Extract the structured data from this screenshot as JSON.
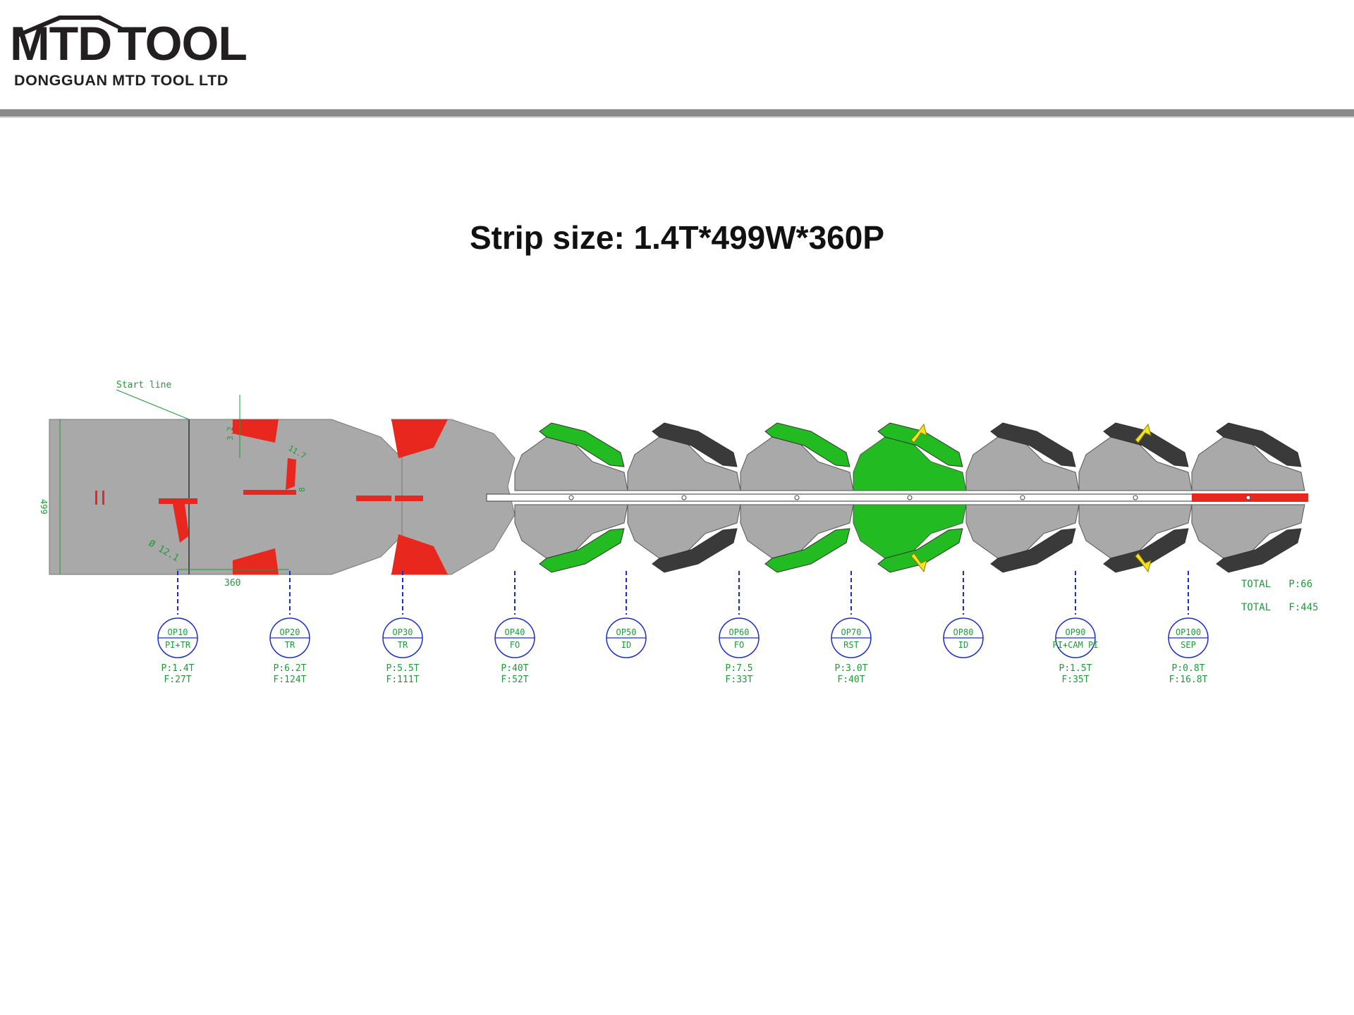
{
  "header": {
    "brand_mark": "MTD",
    "brand_name": "TOOL",
    "company": "DONGGUAN MTD TOOL LTD",
    "colors": {
      "dark": "#231f20",
      "red": "#e21e24",
      "divider": "#8a8a8a"
    }
  },
  "title": "Strip size: 1.4T*499W*360P",
  "drawing": {
    "start_line_label": "Start line",
    "width_dim": "499",
    "pitch_dim": "360",
    "dim_small_1": "3.2",
    "dim_small_2": "11.7",
    "dim_small_3": "8",
    "hole_dim": "Ø 12.1",
    "colors": {
      "strip": "#a9a9a9",
      "cut": "#e8281e",
      "form_green": "#22bb22",
      "form_dark": "#3a3a3a",
      "callout": "#1a2bd6",
      "dimension": "#1f9a3a",
      "arrow": "#f2e51c"
    },
    "stations": [
      {
        "op": "OP10",
        "process": "PI+TR",
        "pressure": "P:1.4T",
        "force": "F:27T"
      },
      {
        "op": "OP20",
        "process": "TR",
        "pressure": "P:6.2T",
        "force": "F:124T"
      },
      {
        "op": "OP30",
        "process": "TR",
        "pressure": "P:5.5T",
        "force": "F:111T"
      },
      {
        "op": "OP40",
        "process": "FO",
        "pressure": "P:40T",
        "force": "F:52T"
      },
      {
        "op": "OP50",
        "process": "ID",
        "pressure": "",
        "force": ""
      },
      {
        "op": "OP60",
        "process": "FO",
        "pressure": "P:7.5",
        "force": "F:33T"
      },
      {
        "op": "OP70",
        "process": "RST",
        "pressure": "P:3.0T",
        "force": "F:40T"
      },
      {
        "op": "OP80",
        "process": "ID",
        "pressure": "",
        "force": ""
      },
      {
        "op": "OP90",
        "process": "PI+CAM PI",
        "pressure": "P:1.5T",
        "force": "F:35T"
      },
      {
        "op": "OP100",
        "process": "SEP",
        "pressure": "P:0.8T",
        "force": "F:16.8T"
      }
    ],
    "totals": {
      "pressure": "TOTAL   P:66",
      "force": "TOTAL   F:445"
    }
  }
}
